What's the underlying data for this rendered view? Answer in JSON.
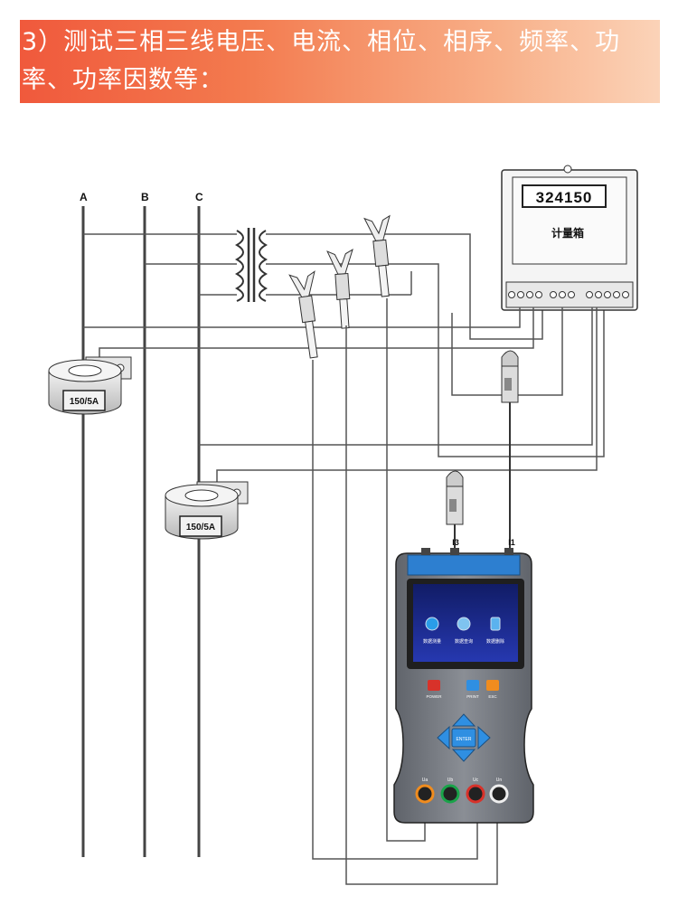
{
  "banner": {
    "text": "3）测试三相三线电压、电流、相位、相序、频率、功率、功率因数等：",
    "gradient": [
      "#f0593c",
      "#fbd3b8"
    ],
    "text_color": "#ffffff"
  },
  "diagram": {
    "phases": [
      "A",
      "B",
      "C"
    ],
    "ct_rating": "150/5A",
    "meter": {
      "reading": "324150",
      "label": "计量箱"
    },
    "ports": [
      "I3",
      "I1"
    ],
    "device": {
      "screen_items": [
        "数据测量",
        "数据查询",
        "数据删除"
      ],
      "buttons": [
        "POWER",
        "PRINT",
        "ESC"
      ],
      "enter_label": "ENTER",
      "inputs": [
        "Ua",
        "Ub",
        "Uc",
        "Un"
      ],
      "colors": {
        "body": "#7b7f86",
        "screen": "#1a2a8c",
        "top_bar": "#2d7fd0",
        "dpad": "#2f8fe2",
        "input_ring_1": "#f08c1e",
        "input_ring_2": "#1aa34a",
        "input_ring_3": "#d8322a",
        "input_ring_4": "#222222"
      }
    }
  }
}
